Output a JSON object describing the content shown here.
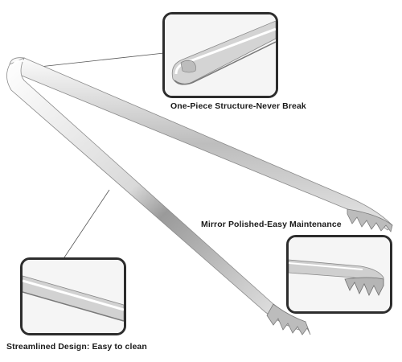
{
  "product": {
    "name": "stainless steel tongs",
    "colors": {
      "steel_light": "#f2f2f2",
      "steel_mid": "#c8c8c8",
      "steel_dark": "#6e6e6e",
      "frame": "#2d2d2d",
      "caption": "#1a1a1a"
    }
  },
  "captions": {
    "top": "One-Piece Structure-Never Break",
    "right": "Mirror Polished-Easy Maintenance",
    "bottom": "Streamlined Design:  Easy to clean"
  }
}
